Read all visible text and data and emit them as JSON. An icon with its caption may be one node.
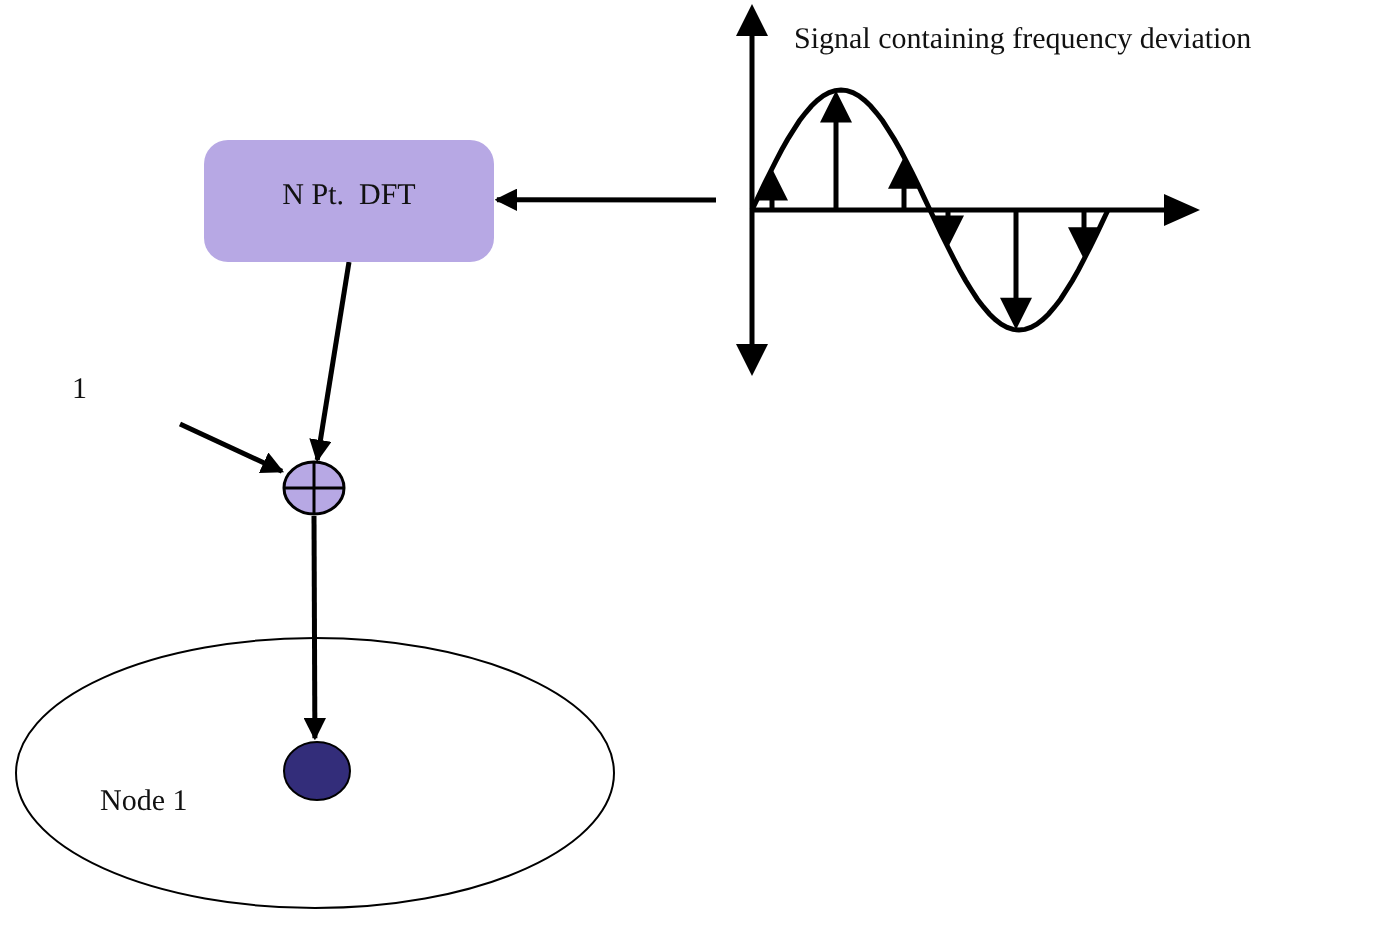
{
  "diagram": {
    "nodes": [
      {
        "text": [
          "N Pt.  DFT"
        ]
      },
      {
        "text": [
          "Signal containing frequency deviation"
        ]
      },
      {
        "text": [],
        "shape": "circle"
      },
      {
        "text": [
          "Node 1"
        ]
      },
      {
        "text": [],
        "shape": "circle",
        "in": 3
      }
    ],
    "edges": [
      {
        "from": 1,
        "to": 0,
        "arrow": "to"
      },
      {
        "from": 0,
        "to": 2,
        "arrow": "to"
      },
      {
        "from": null,
        "to": 2,
        "arrow": "to"
      },
      {
        "from": 2,
        "to": 4,
        "arrow": "to"
      }
    ],
    "labels": [
      "1"
    ]
  }
}
